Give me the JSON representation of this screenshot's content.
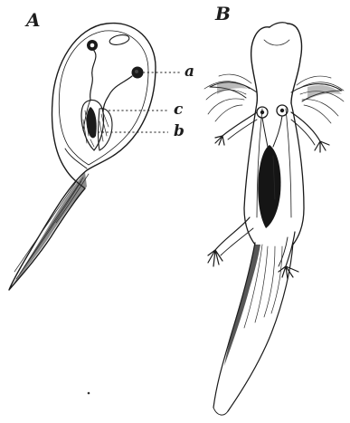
{
  "figure": {
    "panels": [
      {
        "letter": "A"
      },
      {
        "letter": "B"
      }
    ],
    "callouts": [
      {
        "label": "a"
      },
      {
        "label": "c"
      },
      {
        "label": "b"
      }
    ]
  }
}
